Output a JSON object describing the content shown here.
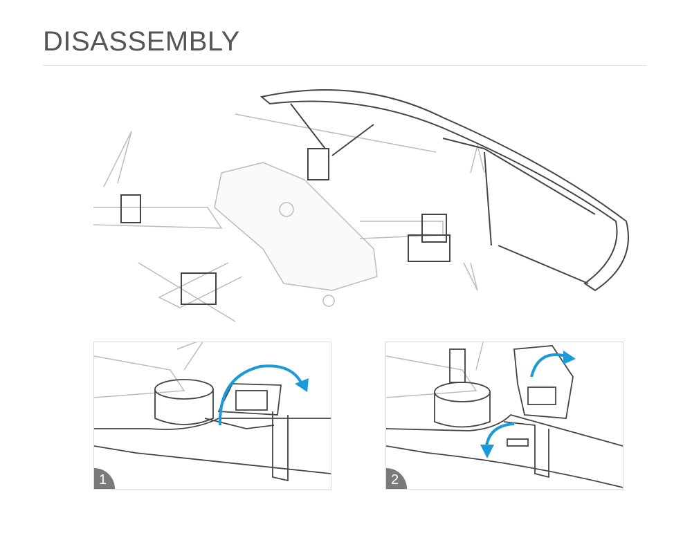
{
  "title": "DISASSEMBLY",
  "steps": [
    {
      "number": "1"
    },
    {
      "number": "2"
    }
  ],
  "colors": {
    "arrow": "#1b9ad8",
    "badge": "#7a7a7a",
    "line": "#444444",
    "faint": "#bbbbbb"
  }
}
